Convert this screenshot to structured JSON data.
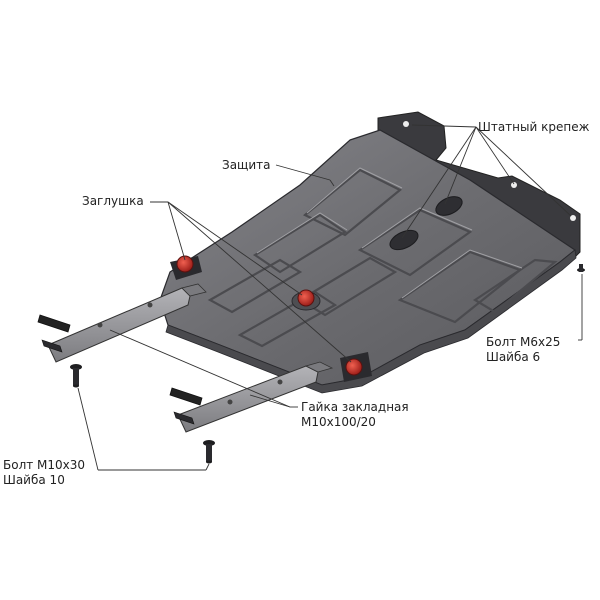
{
  "labels": {
    "zashchita": "Защита",
    "zaglushka": "Заглушка",
    "shtatny_krepezh": "Штатный крепеж",
    "bolt_m6_line1": "Болт М6х25",
    "bolt_m6_line2": "Шайба 6",
    "gaika_line1": "Гайка закладная",
    "gaika_line2": "М10х100/20",
    "bolt_m10_line1": "Болт М10х30",
    "bolt_m10_line2": "Шайба 10"
  },
  "colors": {
    "plate_fill": "#6e6e72",
    "plate_dark": "#3f3f43",
    "plate_light": "#8c8c90",
    "bracket_fill": "#9a9a9e",
    "plug_red": "#c8322c",
    "leader_line": "#333333"
  }
}
